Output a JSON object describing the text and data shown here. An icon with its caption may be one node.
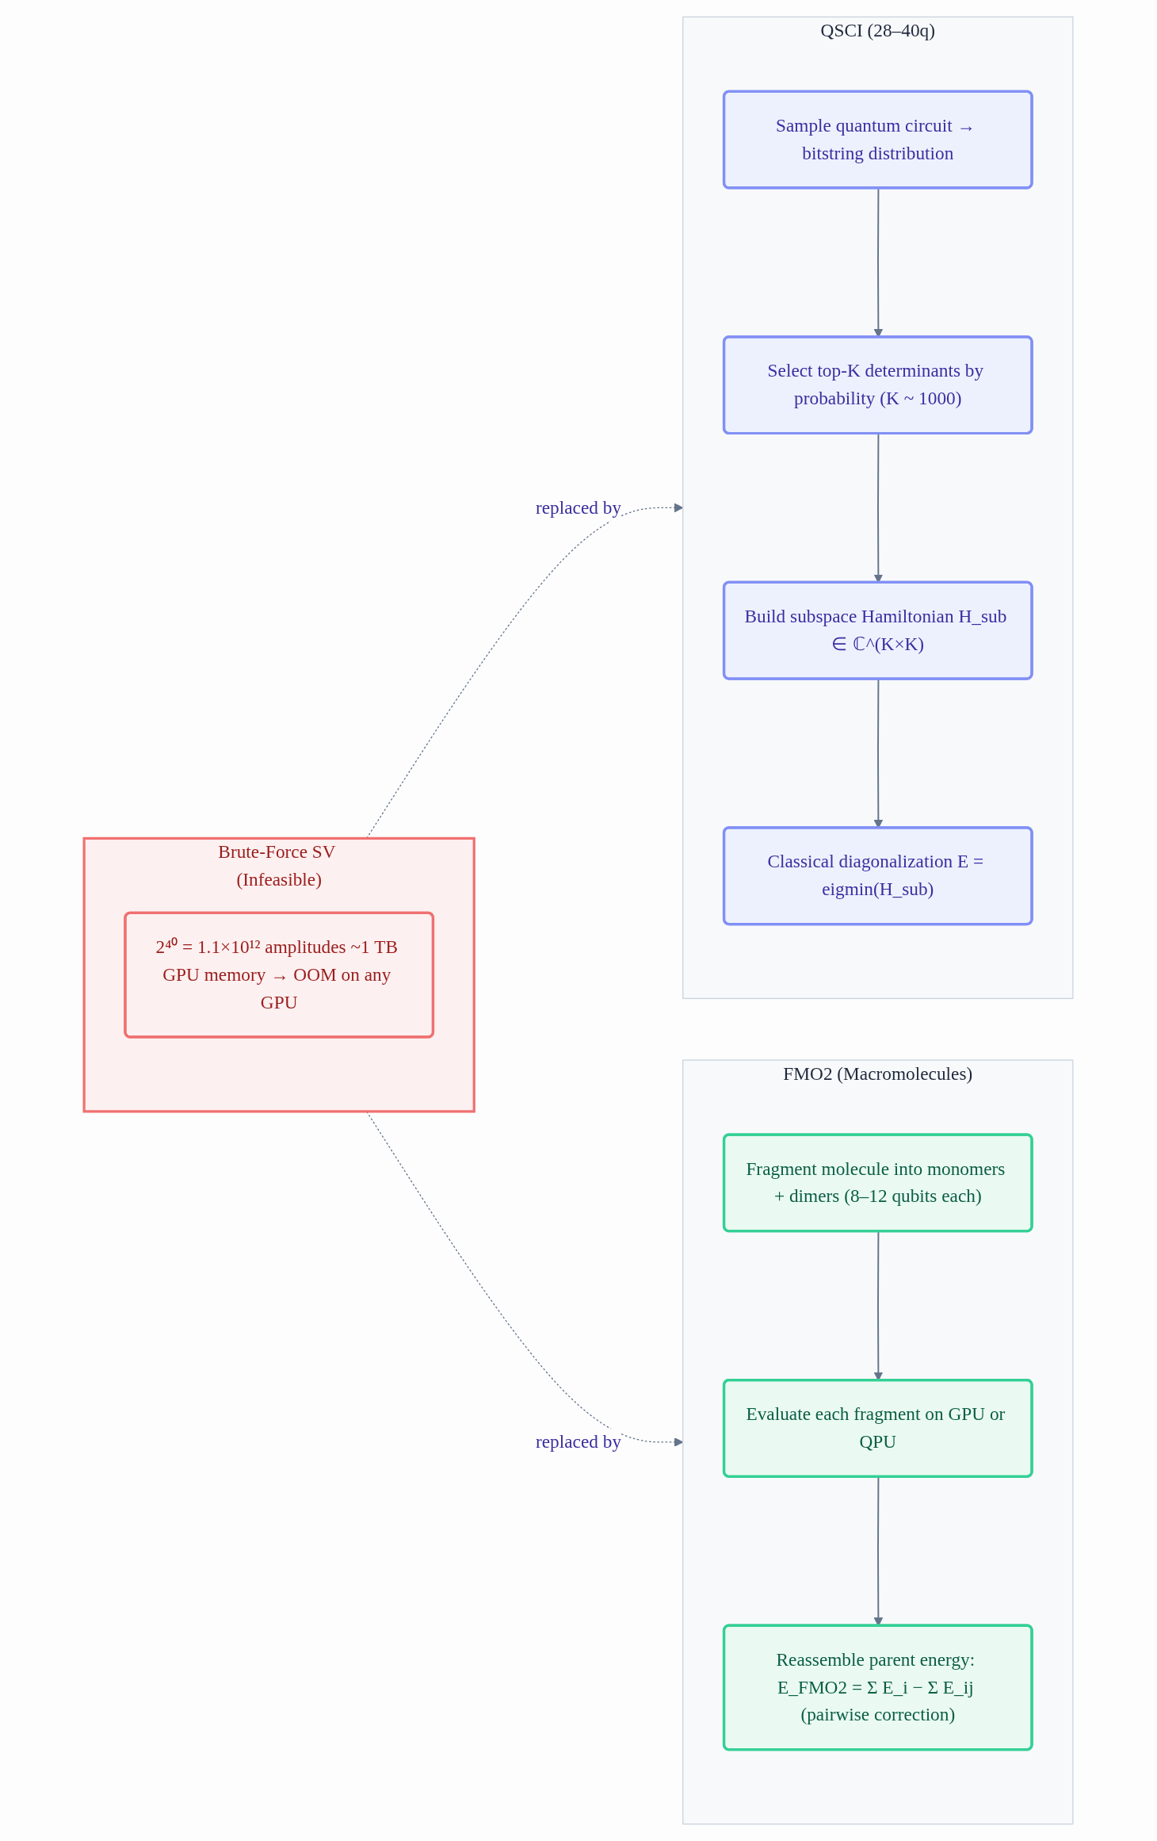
{
  "diagram": {
    "nodes": [
      {
        "text": [
          "Brute-Force SV (Infeasible)"
        ]
      },
      {
        "text": [
          "2⁴⁰ = 1.1×10¹² amplitudes ~1 TB GPU memory → OOM on any GPU"
        ],
        "in": 0
      },
      {
        "text": [
          "QSCI (28–40q)"
        ]
      },
      {
        "text": [
          "Sample quantum circuit → bitstring distribution"
        ],
        "in": 2
      },
      {
        "text": [
          "Select top-K determinants by probability (K ~ 1000)"
        ],
        "in": 2
      },
      {
        "text": [
          "Build subspace Hamiltonian H_sub ∈ ℂ^(K×K)"
        ],
        "in": 2
      },
      {
        "text": [
          "Classical diagonalization E = eigmin(H_sub)"
        ],
        "in": 2
      },
      {
        "text": [
          "FMO2 (Macromolecules)"
        ]
      },
      {
        "text": [
          "Fragment molecule into monomers + dimers (8–12 qubits each)"
        ],
        "in": 7
      },
      {
        "text": [
          "Evaluate each fragment on GPU or QPU"
        ],
        "in": 7
      },
      {
        "text": [
          "Reassemble parent energy: E_FMO2 = Σ E_i − Σ E_ij (pairwise correction)"
        ],
        "in": 7
      }
    ],
    "edges": [
      {
        "from": 0,
        "to": 2,
        "arrow": "to",
        "label": "replaced by",
        "style": "dashed"
      },
      {
        "from": 0,
        "to": 7,
        "arrow": "to",
        "label": "replaced by",
        "style": "dashed"
      },
      {
        "from": 3,
        "to": 4,
        "arrow": "to"
      },
      {
        "from": 4,
        "to": 5,
        "arrow": "to"
      },
      {
        "from": 5,
        "to": 6,
        "arrow": "to"
      },
      {
        "from": 8,
        "to": 9,
        "arrow": "to"
      },
      {
        "from": 9,
        "to": 10,
        "arrow": "to"
      }
    ]
  }
}
